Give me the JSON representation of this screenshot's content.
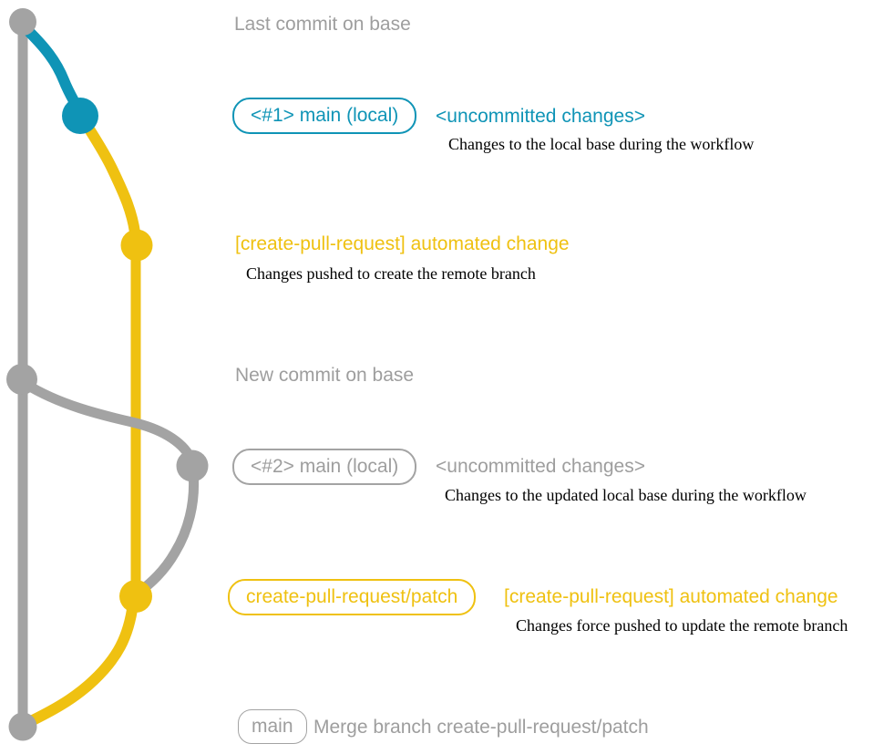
{
  "theme": {
    "base": "#a3a3a3",
    "local": "#0f94b6",
    "remote": "#efc111",
    "muted": "#9e9e9e",
    "ink": "#000000"
  },
  "graph": {
    "branches": [
      {
        "name": "base",
        "color_key": "base"
      },
      {
        "name": "main-local",
        "color_key": "local"
      },
      {
        "name": "create-pull-request/patch",
        "color_key": "remote"
      }
    ],
    "nodes": [
      {
        "name": "last-commit-on-base",
        "branch": "base"
      },
      {
        "name": "local-commit-1",
        "branch": "main-local"
      },
      {
        "name": "remote-commit-1",
        "branch": "create-pull-request/patch"
      },
      {
        "name": "new-commit-on-base",
        "branch": "base"
      },
      {
        "name": "local-commit-2",
        "branch": "main-local"
      },
      {
        "name": "remote-commit-2",
        "branch": "create-pull-request/patch"
      },
      {
        "name": "merge-commit",
        "branch": "base"
      }
    ]
  },
  "annotations": {
    "last_commit": "Last commit on base",
    "row1": {
      "badge": "<#1> main (local)",
      "status": "<uncommitted changes>",
      "desc": "Changes to the local base during the workflow"
    },
    "row2": {
      "title": "[create-pull-request] automated change",
      "desc": "Changes pushed to create the remote branch"
    },
    "new_commit": "New commit on base",
    "row3": {
      "badge": "<#2> main (local)",
      "status": "<uncommitted changes>",
      "desc": "Changes to the updated local base during the workflow"
    },
    "row4": {
      "badge": "create-pull-request/patch",
      "title": "[create-pull-request] automated change",
      "desc": "Changes force pushed to update the remote branch"
    },
    "row5": {
      "badge": "main",
      "title": "Merge branch create-pull-request/patch"
    }
  }
}
